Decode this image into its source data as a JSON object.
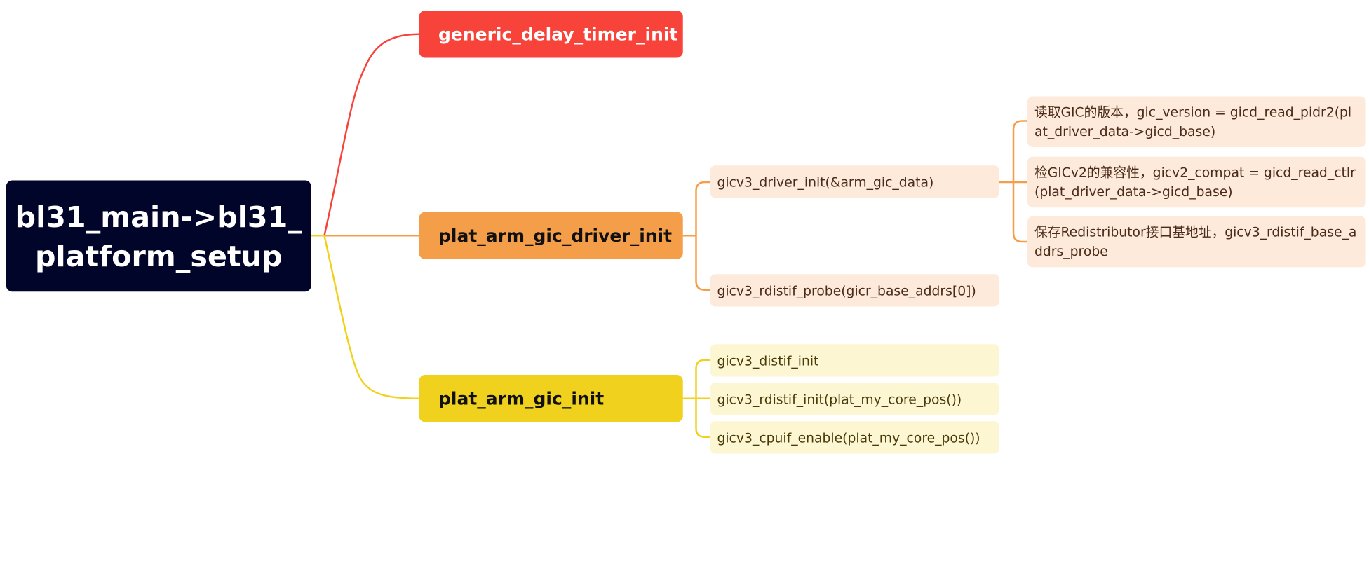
{
  "root": {
    "label": "bl31_main->bl31_ platform_setup"
  },
  "colors": {
    "root_bg": "#02052a",
    "red": "#f8433b",
    "orange": "#f59e4a",
    "yellow": "#f0d21e",
    "orange_light": "#fdeadb",
    "yellow_light": "#fdf6d2"
  },
  "branches": [
    {
      "label": "generic_delay_timer_init",
      "color": "red",
      "children": []
    },
    {
      "label": "plat_arm_gic_driver_init",
      "color": "orange",
      "children": [
        {
          "label": "gicv3_driver_init(&arm_gic_data)",
          "children": [
            {
              "label": "读取GIC的版本，gic_version = gicd_read_pidr2(plat_driver_data->gicd_base)"
            },
            {
              "label": "检GICv2的兼容性，gicv2_compat = gicd_read_ctlr(plat_driver_data->gicd_base)"
            },
            {
              "label": "保存Redistributor接口基地址，gicv3_rdistif_base_addrs_probe"
            }
          ]
        },
        {
          "label": "gicv3_rdistif_probe(gicr_base_addrs[0])",
          "children": []
        }
      ]
    },
    {
      "label": "plat_arm_gic_init",
      "color": "yellow",
      "children": [
        {
          "label": "gicv3_distif_init",
          "children": []
        },
        {
          "label": "gicv3_rdistif_init(plat_my_core_pos())",
          "children": []
        },
        {
          "label": "gicv3_cpuif_enable(plat_my_core_pos())",
          "children": []
        }
      ]
    }
  ]
}
